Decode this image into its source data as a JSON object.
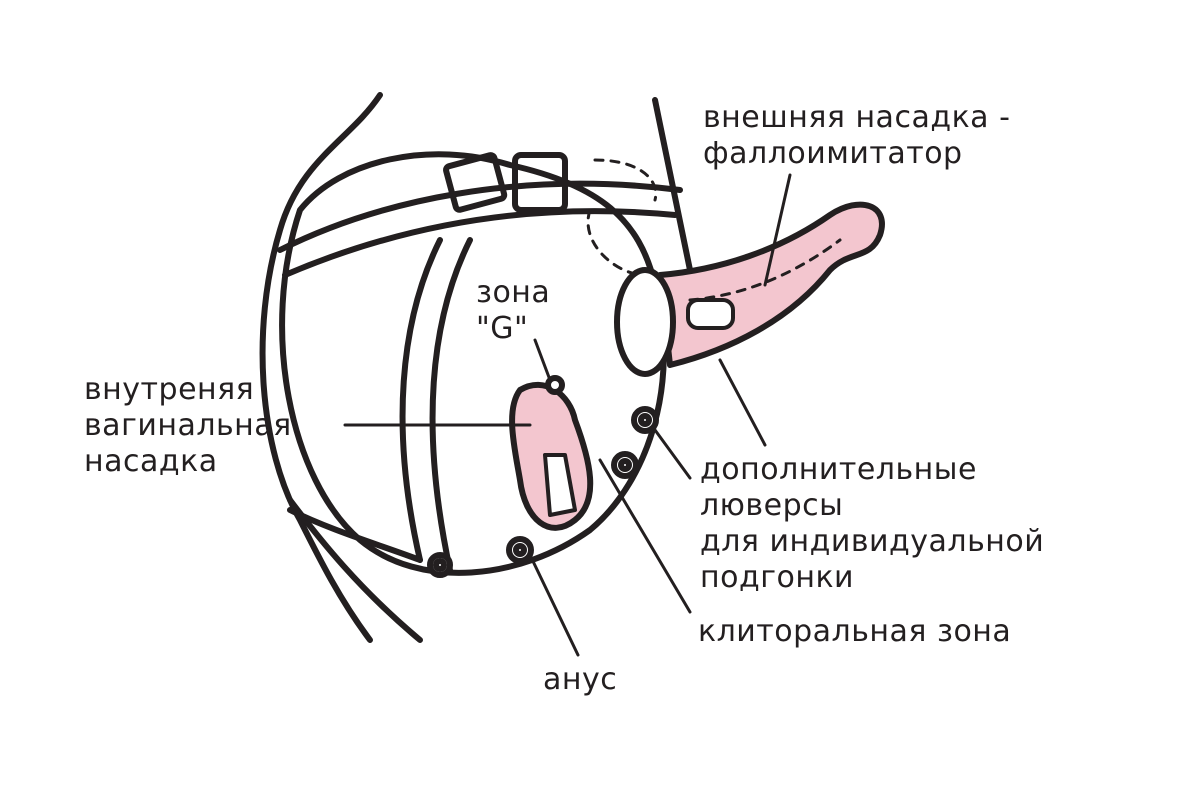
{
  "colors": {
    "stroke": "#231f20",
    "pink": "#f3c6cf",
    "background": "#ffffff"
  },
  "labels": {
    "external": {
      "line1": "внешняя насадка -",
      "line2": "фаллоимитатор"
    },
    "g_zone": {
      "line1": "зона",
      "line2": "\"G\""
    },
    "internal": {
      "line1": "внутреняя",
      "line2": "вагинальная",
      "line3": "насадка"
    },
    "grommets": {
      "line1": "дополнительные",
      "line2": "люверсы",
      "line3": "для индивидуальной",
      "line4": "подгонки"
    },
    "clitoral": {
      "line1": "клиторальная зона"
    },
    "anus": {
      "line1": "анус"
    }
  }
}
